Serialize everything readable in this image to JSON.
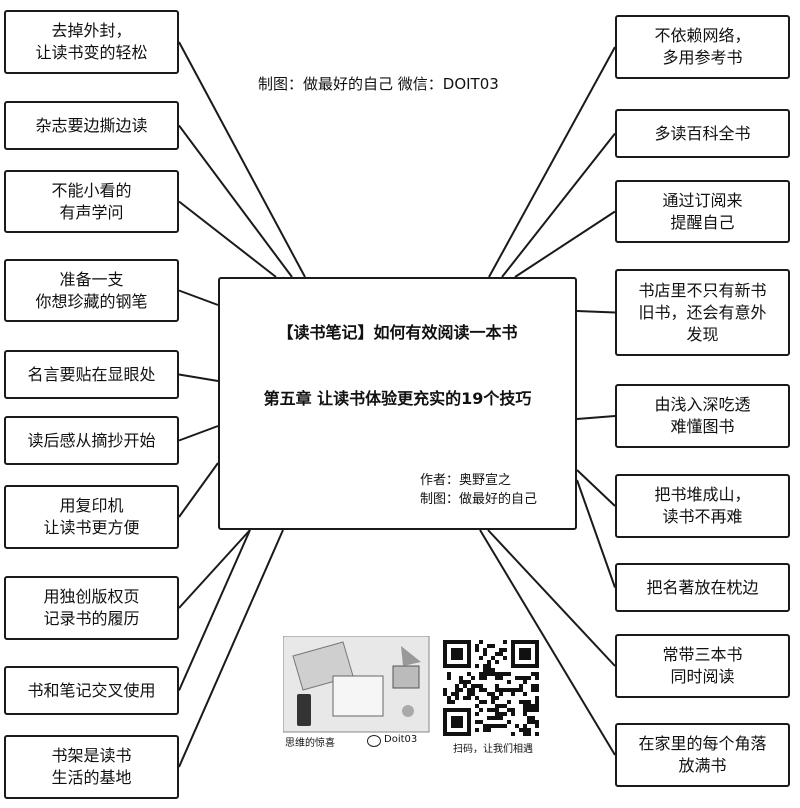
{
  "credit": "制图：做最好的自己  微信：DOIT03",
  "center": {
    "title": "【读书笔记】如何有效阅读一本书",
    "chapter": "第五章  让读书体验更充实的19个技巧",
    "author": "作者：奥野宣之",
    "maker": "制图：做最好的自己"
  },
  "left_tips": [
    [
      "去掉外封，",
      "让读书变的轻松"
    ],
    [
      "杂志要边撕边读"
    ],
    [
      "不能小看的",
      "有声学问"
    ],
    [
      "准备一支",
      "你想珍藏的钢笔"
    ],
    [
      "名言要贴在显眼处"
    ],
    [
      "读后感从摘抄开始"
    ],
    [
      "用复印机",
      "让读书更方便"
    ],
    [
      "用独创版权页",
      "记录书的履历"
    ],
    [
      "书和笔记交叉使用"
    ],
    [
      "书架是读书",
      "生活的基地"
    ]
  ],
  "right_tips": [
    [
      "不依赖网络，",
      "多用参考书"
    ],
    [
      "多读百科全书"
    ],
    [
      "通过订阅来",
      "提醒自己"
    ],
    [
      "书店里不只有新书",
      "旧书，还会有意外",
      "发现"
    ],
    [
      "由浅入深吃透",
      "难懂图书"
    ],
    [
      "把书堆成山，",
      "读书不再难"
    ],
    [
      "把名著放在枕边"
    ],
    [
      "常带三本书",
      "同时阅读"
    ],
    [
      "在家里的每个角落",
      "放满书"
    ]
  ],
  "qr": {
    "brand_left": "思维的惊喜",
    "brand_right": "Doit03",
    "scan_text": "扫码，让我们相遇"
  }
}
